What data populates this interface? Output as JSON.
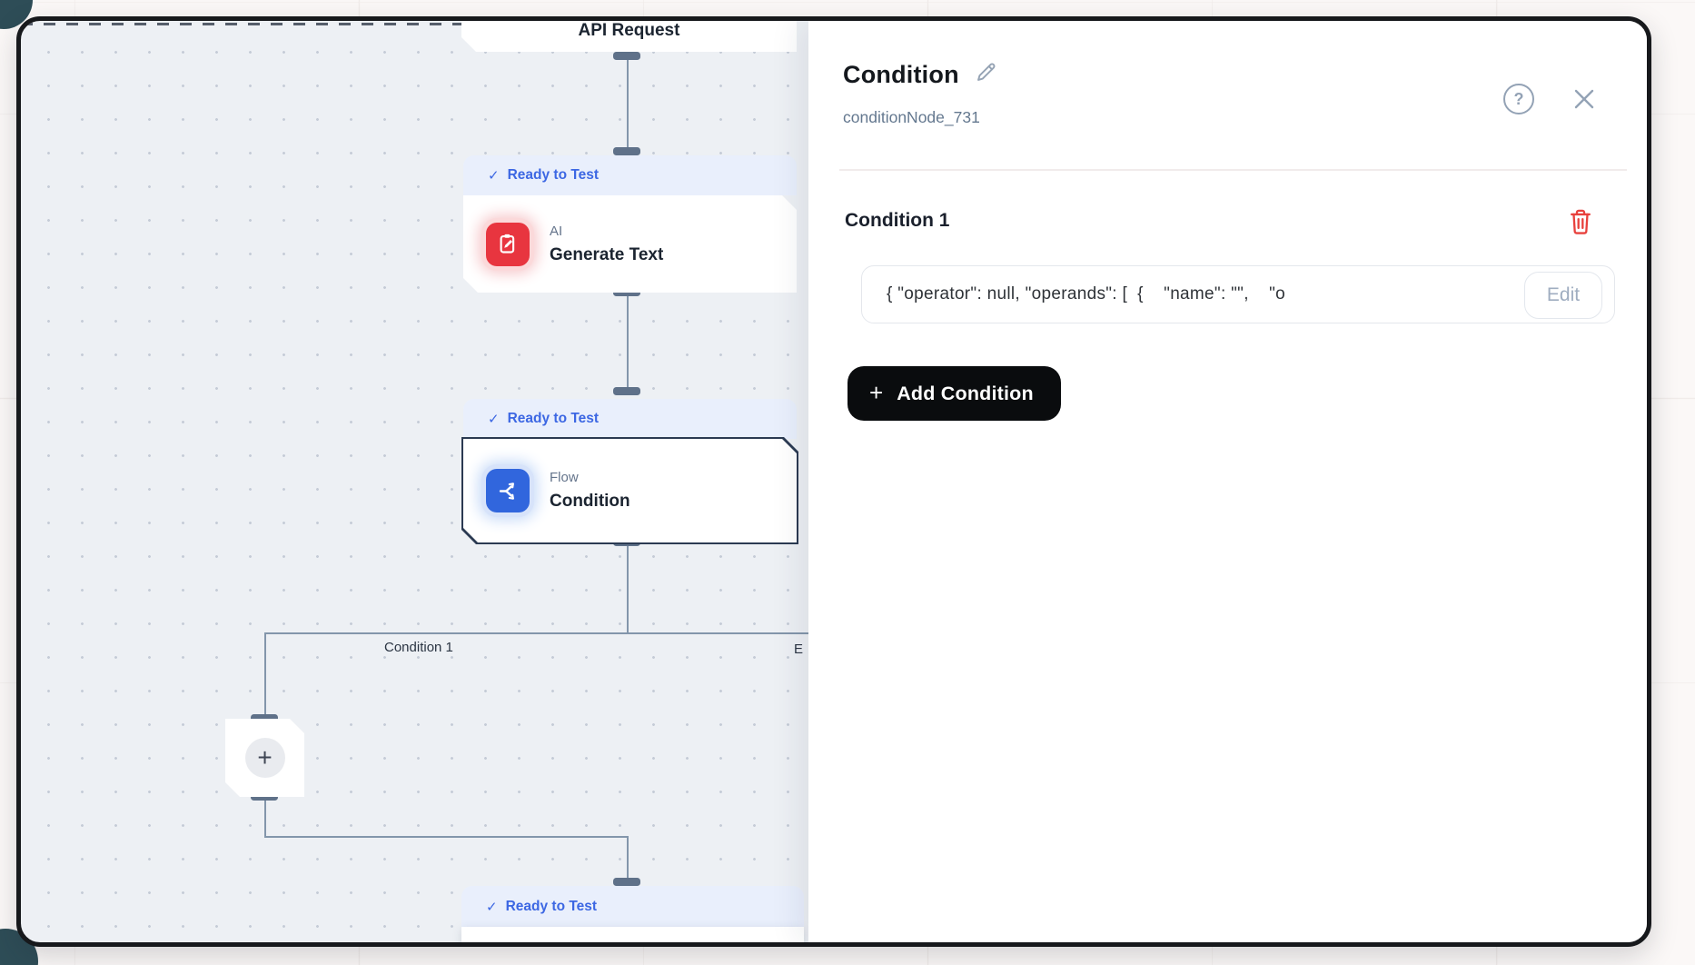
{
  "canvas": {
    "badge_label": "Ready to Test",
    "check_glyph": "✓",
    "nodes": {
      "api_request": {
        "title": "API Request"
      },
      "generate_text": {
        "category": "AI",
        "title": "Generate Text"
      },
      "condition": {
        "category": "Flow",
        "title": "Condition"
      }
    },
    "branch_labels": {
      "condition1": "Condition 1",
      "else_clipped": "E"
    },
    "add_node_plus": "+"
  },
  "panel": {
    "title": "Condition",
    "node_id": "conditionNode_731",
    "help_glyph": "?",
    "section_title": "Condition 1",
    "expression_preview": "{ \"operator\": null, \"operands\": [  {    \"name\": \"\",    \"o",
    "edit_button": "Edit",
    "add_condition": {
      "plus": "+",
      "label": "Add Condition"
    }
  },
  "colors": {
    "accent_blue": "#3c67e3",
    "node_red": "#e8353f",
    "node_blue": "#3166dd",
    "danger_red": "#e8413d",
    "button_black": "#0a0c0e",
    "canvas_bg": "#edf0f4"
  }
}
